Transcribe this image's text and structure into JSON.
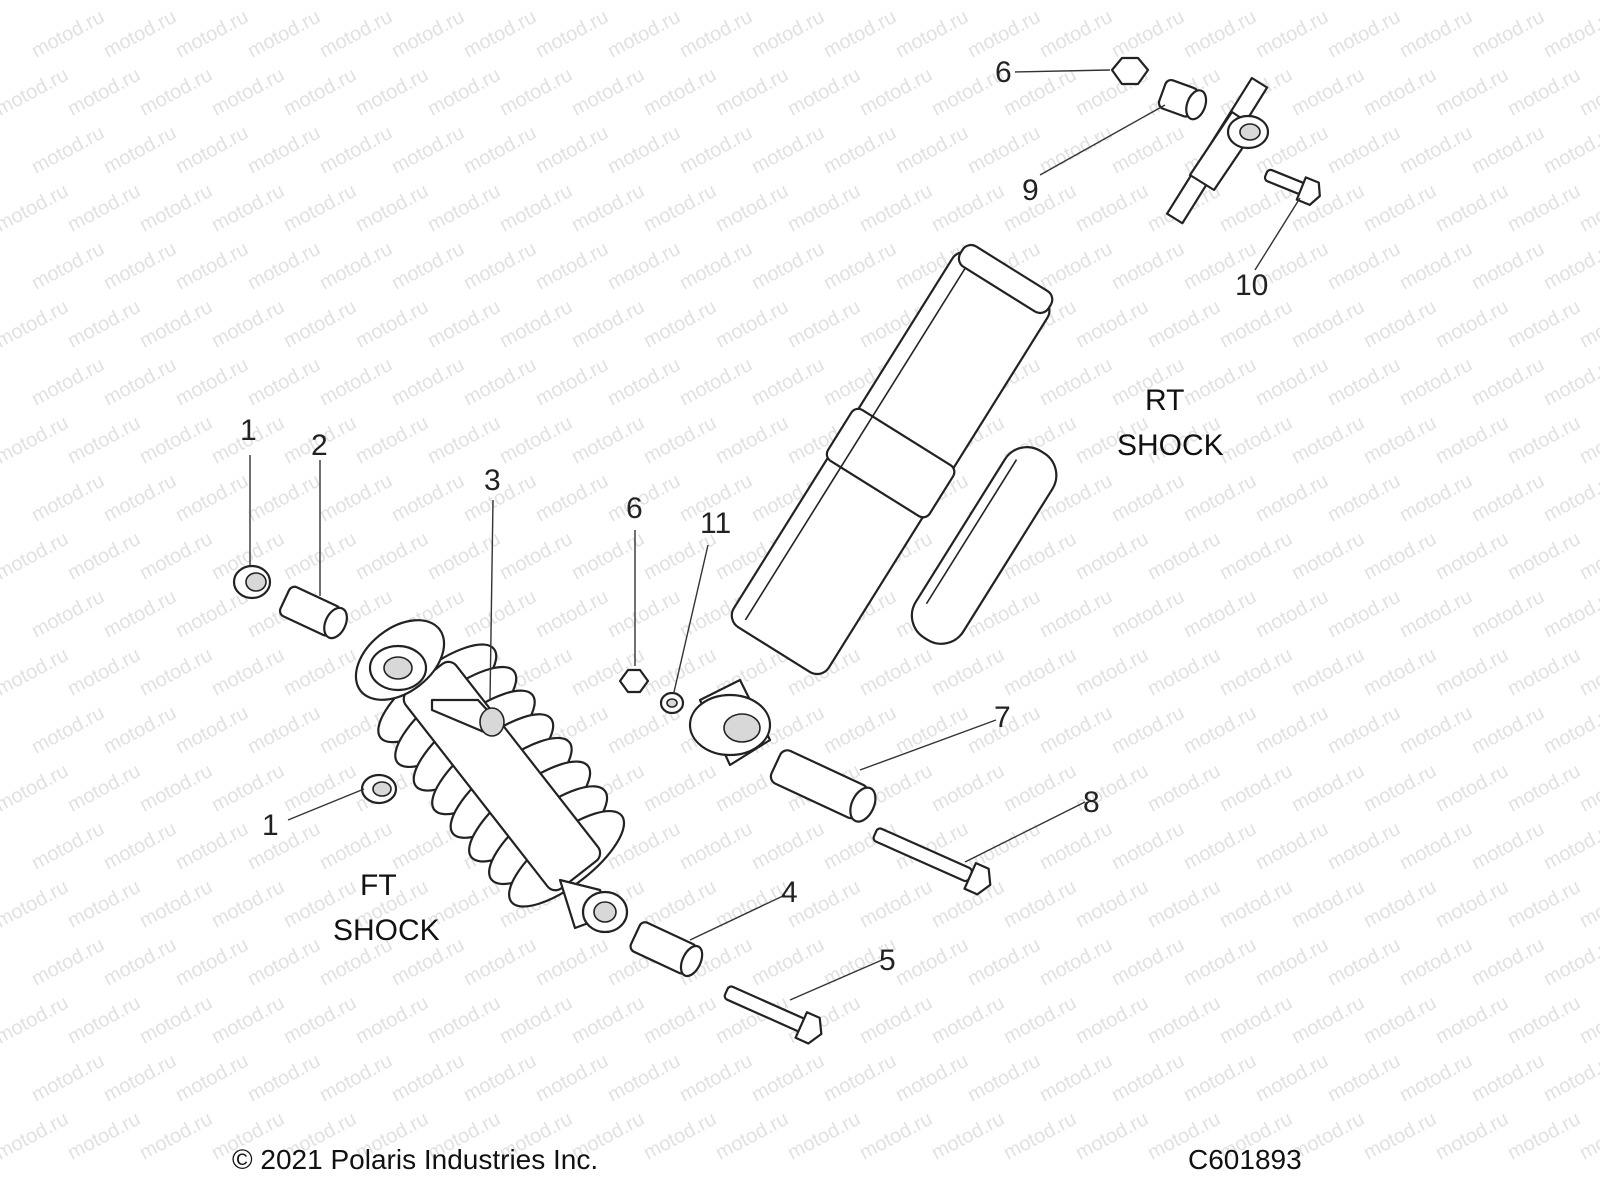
{
  "callouts": {
    "c1a": "1",
    "c1b": "1",
    "c2": "2",
    "c3": "3",
    "c4": "4",
    "c5": "5",
    "c6a": "6",
    "c6b": "6",
    "c7": "7",
    "c8": "8",
    "c9": "9",
    "c10": "10",
    "c11": "11"
  },
  "assemblies": {
    "front_line1": "FT",
    "front_line2": "SHOCK",
    "rear_line1": "RT",
    "rear_line2": "SHOCK"
  },
  "footer": {
    "copyright": "© 2021 Polaris Industries Inc.",
    "drawing_number": "C601893"
  },
  "watermark": {
    "text": "motod.ru"
  }
}
